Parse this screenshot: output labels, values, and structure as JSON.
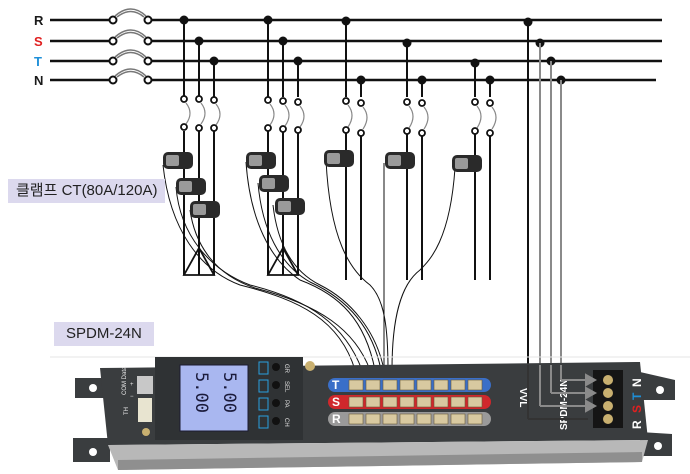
{
  "phases": [
    {
      "label": "R",
      "color": "#1a1a1a"
    },
    {
      "label": "S",
      "color": "#e02020"
    },
    {
      "label": "T",
      "color": "#1e8fd8"
    },
    {
      "label": "N",
      "color": "#1a1a1a"
    }
  ],
  "captions": {
    "clamp_ct": "클램프 CT(80A/120A)",
    "model": "SPDM-24N"
  },
  "device": {
    "lcd_line1": "5.00",
    "lcd_line2": "5.00",
    "buttons": [
      "GR",
      "SEL",
      "PA",
      "CH"
    ],
    "connector_labels": {
      "power": "COM Data",
      "plus": "+",
      "minus": "−",
      "th": "TH"
    },
    "bus_rows": [
      {
        "label": "T",
        "color": "#3a6fc8"
      },
      {
        "label": "S",
        "color": "#d0282c"
      },
      {
        "label": "R",
        "color": "#9a9a9a"
      }
    ],
    "channels_per_row": 8,
    "model_vertical": "SPDM-24N",
    "terminal_labels": [
      "R",
      "S",
      "T",
      "N"
    ],
    "brand": "VVL"
  },
  "colors": {
    "housing": "#3a3d3f",
    "rail": "#b8b8b8",
    "lcd": "#a9b7f0",
    "caption_bg": "#dcd9ee",
    "wire": "#111111",
    "wire_gray": "#8a8a8a"
  }
}
